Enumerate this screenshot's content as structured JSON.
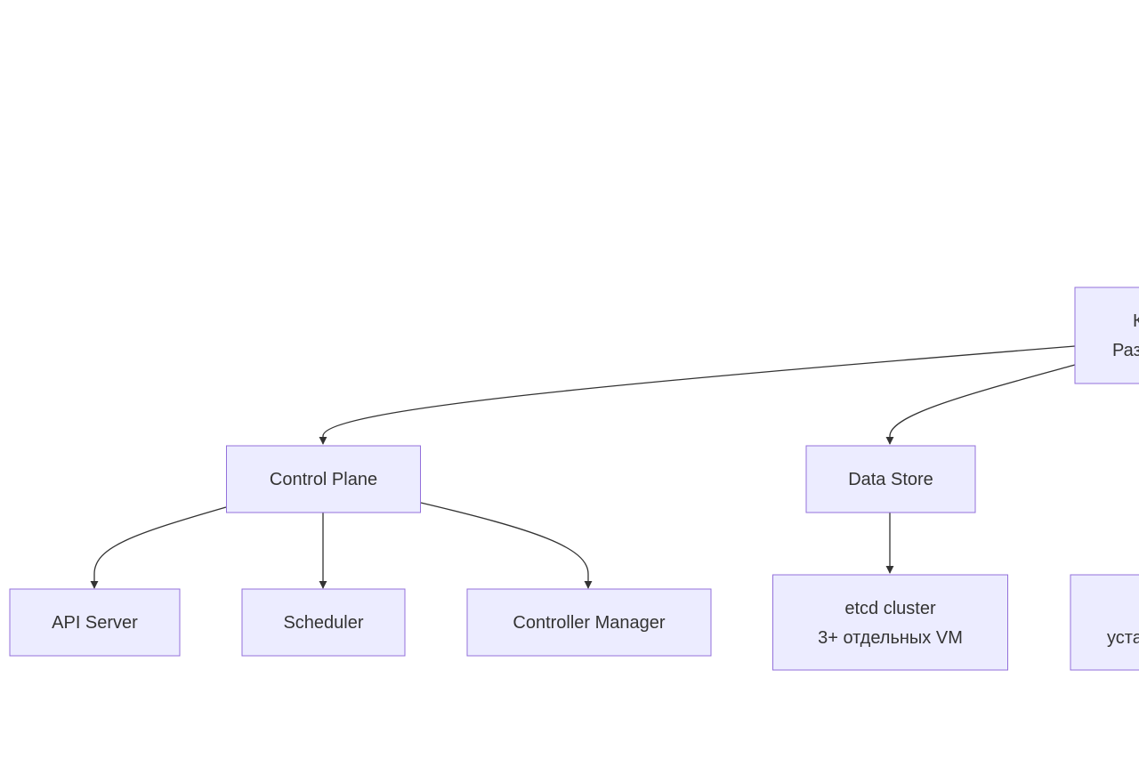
{
  "colors": {
    "node_fill": "#ECECFF",
    "node_stroke": "#9370DB",
    "edge": "#333333"
  },
  "nodes": {
    "root": {
      "line1": "К",
      "line2": "Раз"
    },
    "control_plane": {
      "label": "Control Plane"
    },
    "data_store": {
      "label": "Data Store"
    },
    "api_server": {
      "label": "API Server"
    },
    "scheduler": {
      "label": "Scheduler"
    },
    "controller_manager": {
      "label": "Controller Manager"
    },
    "etcd": {
      "line1": "etcd cluster",
      "line2": "3+ отдельных VM"
    },
    "partial_right": {
      "line1": "уста"
    }
  }
}
